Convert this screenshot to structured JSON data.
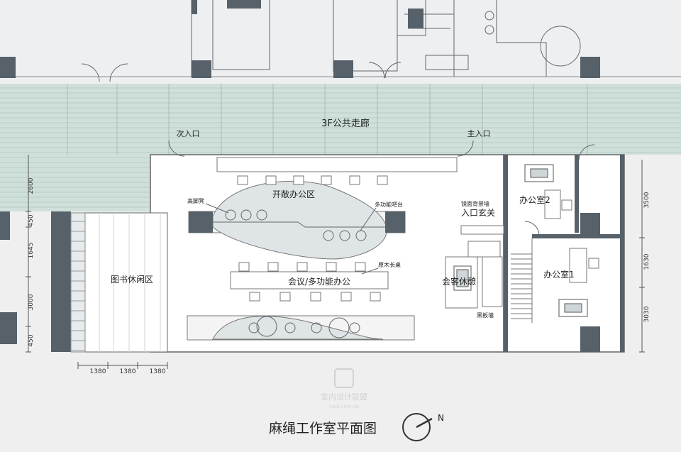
{
  "title": "麻绳工作室平面图",
  "north_label": "N",
  "watermark": {
    "brand": "室内设计联盟",
    "url": "cool.com.cn"
  },
  "rooms": {
    "corridor": "3F公共走廊",
    "secondary_entrance": "次入口",
    "main_entrance": "主入口",
    "open_office": "开敞办公区",
    "library_lounge": "图书休闲区",
    "meeting_office": "会议/多功能办公",
    "reception_lounge": "会客休憩",
    "entrance_hall": "入口玄关",
    "office_2": "办公室2",
    "office_1": "办公室1"
  },
  "annotations": {
    "bar_stool": "高脚凳",
    "multi_bar": "多功能吧台",
    "wood_table": "原木长桌",
    "mirror_wall": "镜面背景墙",
    "blackboard_wall": "黑板墙"
  },
  "dimensions": {
    "left": [
      "2600",
      "450",
      "1645",
      "3000",
      "450"
    ],
    "right": [
      "3500",
      "1630",
      "3030"
    ],
    "bottom": [
      "1380",
      "1380",
      "1380"
    ]
  }
}
